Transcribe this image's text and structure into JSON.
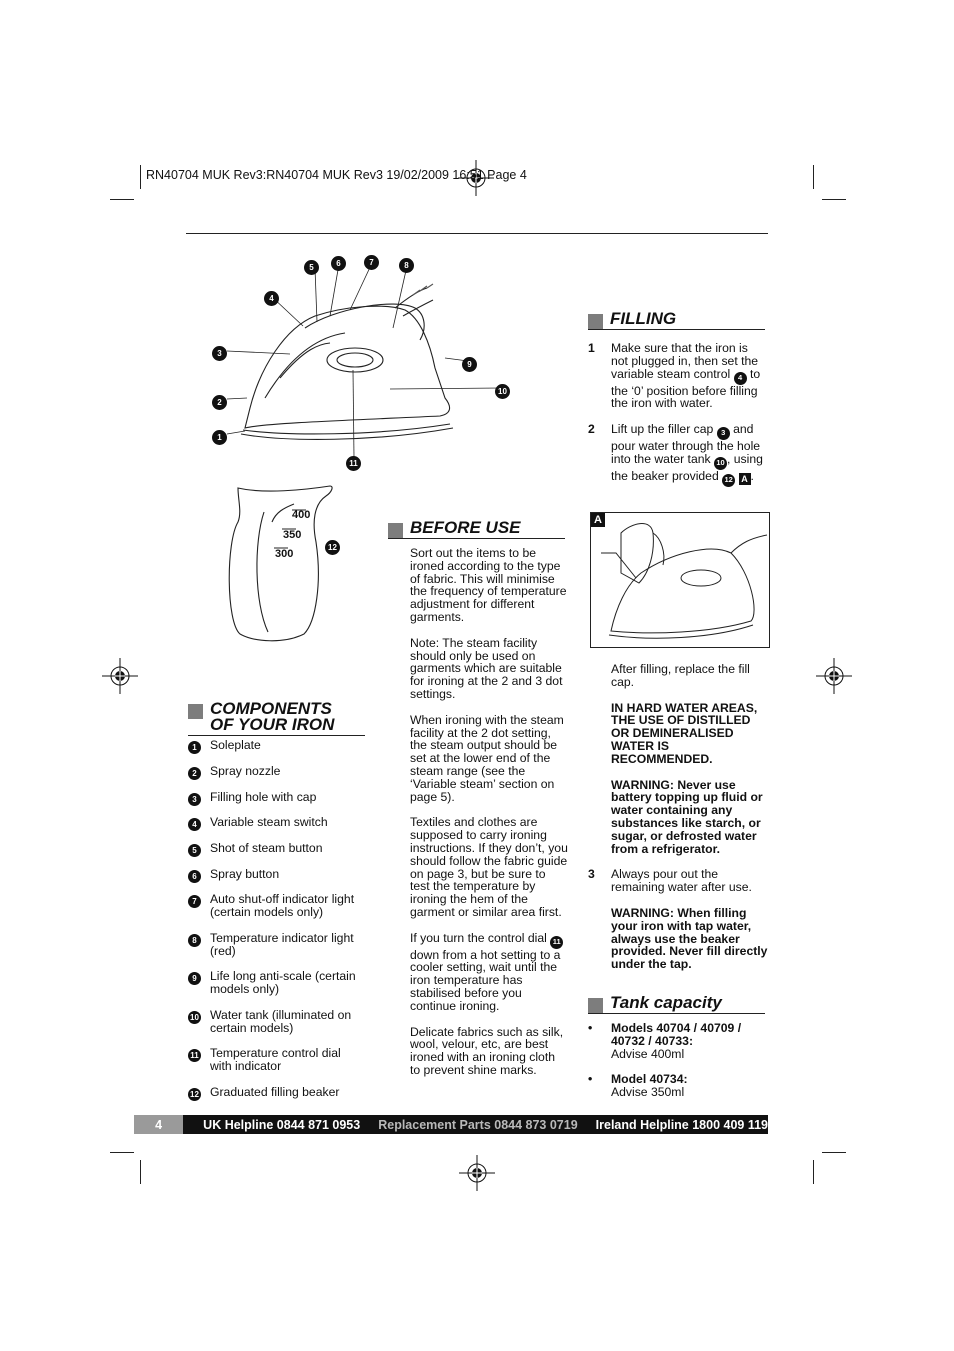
{
  "print_header": "RN40704 MUK Rev3:RN40704 MUK Rev3  19/02/2009  16:51  Page 4",
  "iron_diagram_callouts": [
    "5",
    "6",
    "7",
    "8",
    "4",
    "3",
    "9",
    "10",
    "2",
    "1",
    "11"
  ],
  "beaker": {
    "marks": [
      "400",
      "350",
      "300"
    ],
    "callout": "12"
  },
  "components": {
    "heading_line1": "COMPONENTS",
    "heading_line2": "OF YOUR IRON",
    "items": [
      {
        "num": "1",
        "text": "Soleplate"
      },
      {
        "num": "2",
        "text": "Spray nozzle"
      },
      {
        "num": "3",
        "text": "Filling hole with cap"
      },
      {
        "num": "4",
        "text": "Variable steam switch"
      },
      {
        "num": "5",
        "text": "Shot of steam button"
      },
      {
        "num": "6",
        "text": "Spray button"
      },
      {
        "num": "7",
        "text": "Auto shut-off indicator light (certain models only)"
      },
      {
        "num": "8",
        "text": "Temperature indicator light (red)"
      },
      {
        "num": "9",
        "text": "Life long anti-scale (certain models only)"
      },
      {
        "num": "10",
        "text": "Water tank (illuminated on certain models)"
      },
      {
        "num": "11",
        "text": "Temperature control dial with indicator"
      },
      {
        "num": "12",
        "text": "Graduated filling beaker"
      }
    ]
  },
  "before_use": {
    "heading": "BEFORE USE",
    "p1": "Sort out the items to be ironed according to the type of fabric. This will minimise the frequency of temperature adjustment for different garments.",
    "p2": "Note: The steam facility should only be used on garments which are suitable for ironing at the 2 and 3 dot settings.",
    "p3": "When ironing with the steam facility at the 2 dot setting, the steam output should be set at the lower end of the steam range (see the ‘Variable steam’ section on page 5).",
    "p4": "Textiles and clothes are supposed to carry ironing instructions. If they don’t, you should follow the fabric guide on page 3, but be sure to test the temperature by ironing the hem of the garment or similar area first.",
    "p5_a": "If you turn the control dial",
    "p5_num": "11",
    "p5_b": "down from a hot setting to a cooler setting, wait until the iron temperature has stabilised before you continue ironing.",
    "p6": "Delicate fabrics such as silk, wool, velour, etc, are best ironed with an ironing cloth to prevent shine marks."
  },
  "filling": {
    "heading": "FILLING",
    "step1_n": "1",
    "step1_a": "Make sure that the iron is not plugged in, then set the variable steam control",
    "step1_num": "4",
    "step1_b": "to the ‘0’ position before filling the iron with water.",
    "step2_n": "2",
    "step2_a": "Lift up the filler cap",
    "step2_num1": "3",
    "step2_b": "and pour water through the hole into the water tank",
    "step2_num2": "10",
    "step2_c": ", using the beaker provided",
    "step2_num3": "12",
    "step2_fig": "A",
    "step2_end": ".",
    "fig_label": "A",
    "after": "After filling, replace the fill cap.",
    "hard_water": "IN HARD WATER AREAS, THE USE OF DISTILLED OR DEMINERALISED WATER IS RECOMMENDED.",
    "warning1": "WARNING: Never use battery topping up fluid or water containing any substances like starch, or sugar, or defrosted water from a refrigerator.",
    "step3_n": "3",
    "step3": "Always pour out the remaining water after use.",
    "warning2": "WARNING: When filling your iron with tap water, always use the beaker provided. Never fill directly under the tap."
  },
  "tank_capacity": {
    "heading": "Tank capacity",
    "b1_title": "Models 40704 / 40709 / 40732 / 40733:",
    "b1_text": "Advise 400ml",
    "b2_title": "Model 40734:",
    "b2_text": "Advise 350ml"
  },
  "footer": {
    "page": "4",
    "uk": "UK Helpline 0844 871 0953",
    "parts": "Replacement Parts 0844 873 0719",
    "ireland": "Ireland Helpline 1800 409 119"
  }
}
